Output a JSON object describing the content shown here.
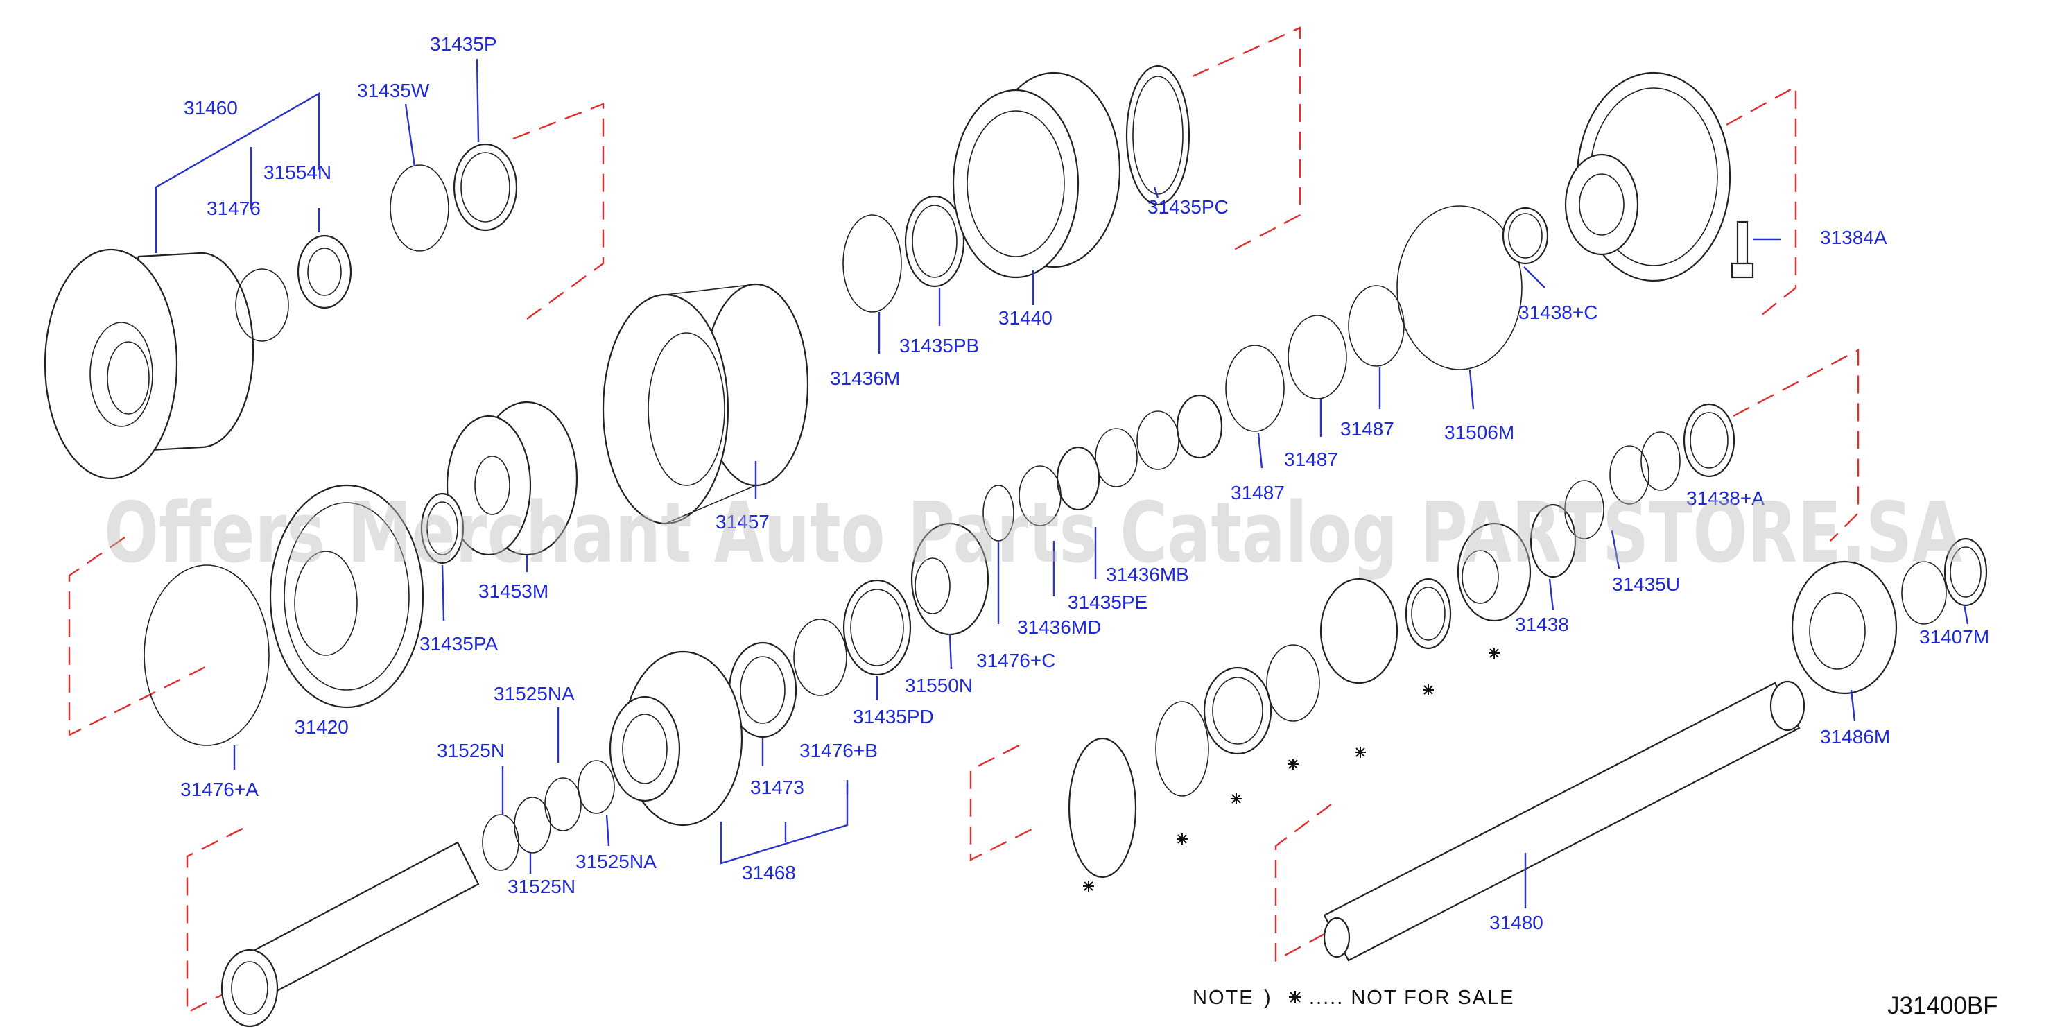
{
  "parts": [
    {
      "id": "31460",
      "label": "31460"
    },
    {
      "id": "31476",
      "label": "31476"
    },
    {
      "id": "31554N",
      "label": "31554N"
    },
    {
      "id": "31435W",
      "label": "31435W"
    },
    {
      "id": "31435P",
      "label": "31435P"
    },
    {
      "id": "31435PC",
      "label": "31435PC"
    },
    {
      "id": "31440",
      "label": "31440"
    },
    {
      "id": "31435PB",
      "label": "31435PB"
    },
    {
      "id": "31436M",
      "label": "31436M"
    },
    {
      "id": "31384A",
      "label": "31384A"
    },
    {
      "id": "31438+C",
      "label": "31438+C"
    },
    {
      "id": "31506M",
      "label": "31506M"
    },
    {
      "id": "31487a",
      "label": "31487"
    },
    {
      "id": "31487b",
      "label": "31487"
    },
    {
      "id": "31487c",
      "label": "31487"
    },
    {
      "id": "31438+A",
      "label": "31438+A"
    },
    {
      "id": "31457",
      "label": "31457"
    },
    {
      "id": "31453M",
      "label": "31453M"
    },
    {
      "id": "31435PA",
      "label": "31435PA"
    },
    {
      "id": "31420",
      "label": "31420"
    },
    {
      "id": "31476+A",
      "label": "31476+A"
    },
    {
      "id": "31436MB",
      "label": "31436MB"
    },
    {
      "id": "31435PE",
      "label": "31435PE"
    },
    {
      "id": "31436MD",
      "label": "31436MD"
    },
    {
      "id": "31476+C",
      "label": "31476+C"
    },
    {
      "id": "31550N",
      "label": "31550N"
    },
    {
      "id": "31435PD",
      "label": "31435PD"
    },
    {
      "id": "31476+B",
      "label": "31476+B"
    },
    {
      "id": "31473",
      "label": "31473"
    },
    {
      "id": "31468",
      "label": "31468"
    },
    {
      "id": "31525NA-a",
      "label": "31525NA"
    },
    {
      "id": "31525N-a",
      "label": "31525N"
    },
    {
      "id": "31525NA-b",
      "label": "31525NA"
    },
    {
      "id": "31525N-b",
      "label": "31525N"
    },
    {
      "id": "31438",
      "label": "31438"
    },
    {
      "id": "31435U",
      "label": "31435U"
    },
    {
      "id": "31407M",
      "label": "31407M"
    },
    {
      "id": "31486M",
      "label": "31486M"
    },
    {
      "id": "31480",
      "label": "31480"
    }
  ],
  "note": {
    "prefix": "NOTE",
    "paren": ")",
    "text": "..... NOT FOR SALE"
  },
  "drawing_code": "J31400BF",
  "watermark": "Offers Merchant Auto Parts Catalog PARTSTORE.SA"
}
